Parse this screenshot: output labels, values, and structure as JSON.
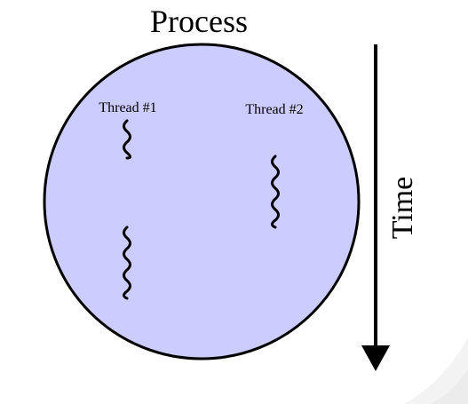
{
  "diagram": {
    "title": "Process",
    "time_label": "Time",
    "threads": [
      {
        "label": "Thread #1"
      },
      {
        "label": "Thread #2"
      }
    ]
  },
  "colors": {
    "process_fill": "#ccccff",
    "outline": "#000000",
    "background": "#ffffff"
  }
}
